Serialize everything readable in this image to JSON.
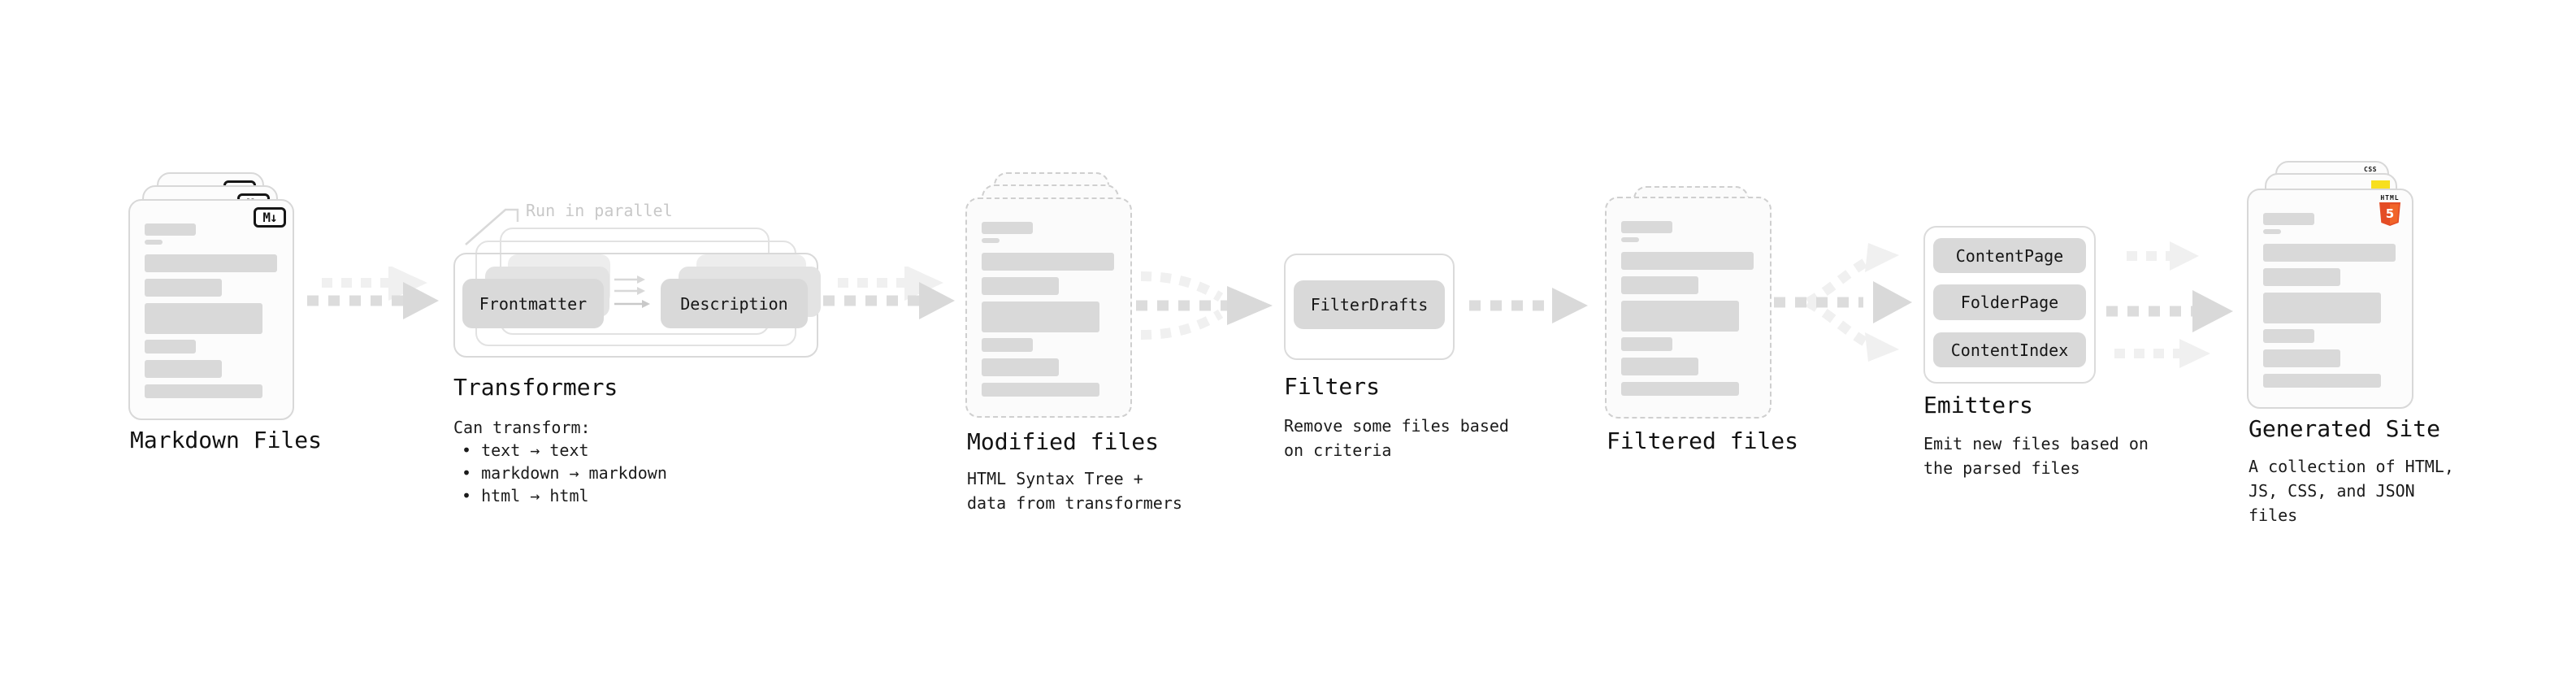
{
  "stages": {
    "markdown": {
      "label": "Markdown Files",
      "badge": "M↓"
    },
    "transformers": {
      "label": "Transformers",
      "annotation": "Run in parallel",
      "box_frontmatter": "Frontmatter",
      "box_description": "Description",
      "desc_title": "Can transform:",
      "bullets": [
        "• text → text",
        "• markdown → markdown",
        "• html → html"
      ]
    },
    "modified": {
      "label": "Modified files",
      "description": "HTML Syntax Tree +\ndata from transformers"
    },
    "filters": {
      "label": "Filters",
      "box": "FilterDrafts",
      "description": "Remove some files based\non criteria"
    },
    "filtered": {
      "label": "Filtered files"
    },
    "emitters": {
      "label": "Emitters",
      "boxes": [
        "ContentPage",
        "FolderPage",
        "ContentIndex"
      ],
      "description": "Emit new files based on\nthe parsed files"
    },
    "generated": {
      "label": "Generated Site",
      "description": "A collection of HTML,\nJS, CSS, and JSON files",
      "badge_css": "CSS",
      "badge_html": "HTML",
      "badge_html5_number": "5"
    }
  },
  "colors": {
    "html5_orange": "#e44d26",
    "html5_orange_light": "#f16529",
    "js_yellow": "#f7df1e",
    "css_blue": "#2965f1",
    "box_gray": "#d9d9d9"
  }
}
